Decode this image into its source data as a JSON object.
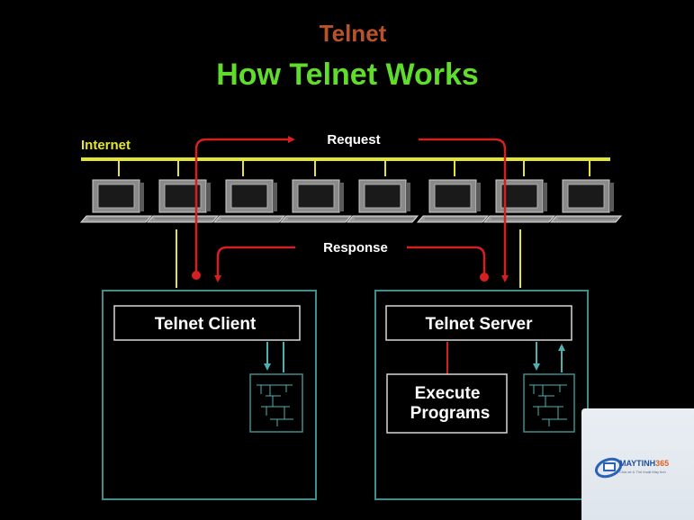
{
  "header": {
    "subtitle": "Telnet",
    "title": "How Telnet Works"
  },
  "labels": {
    "internet": "Internet",
    "request": "Request",
    "response": "Response"
  },
  "client": {
    "box_label": "Telnet Client"
  },
  "server": {
    "box_label": "Telnet Server",
    "execute_line1": "Execute",
    "execute_line2": "Programs"
  },
  "computers": {
    "count": 8
  },
  "watermark": {
    "brand_main": "MAYTINH",
    "brand_num": "365",
    "tagline": "Chia sẻ & Thủ thuật Máy tính"
  },
  "colors": {
    "background": "#000000",
    "subtitle": "#b8522a",
    "title": "#5fdc2c",
    "network_line": "#e4e436",
    "flow_arrow": "#d42020",
    "box_border": "#3e8e8e",
    "inner_arrow": "#4fb0b0",
    "text": "#ffffff"
  }
}
